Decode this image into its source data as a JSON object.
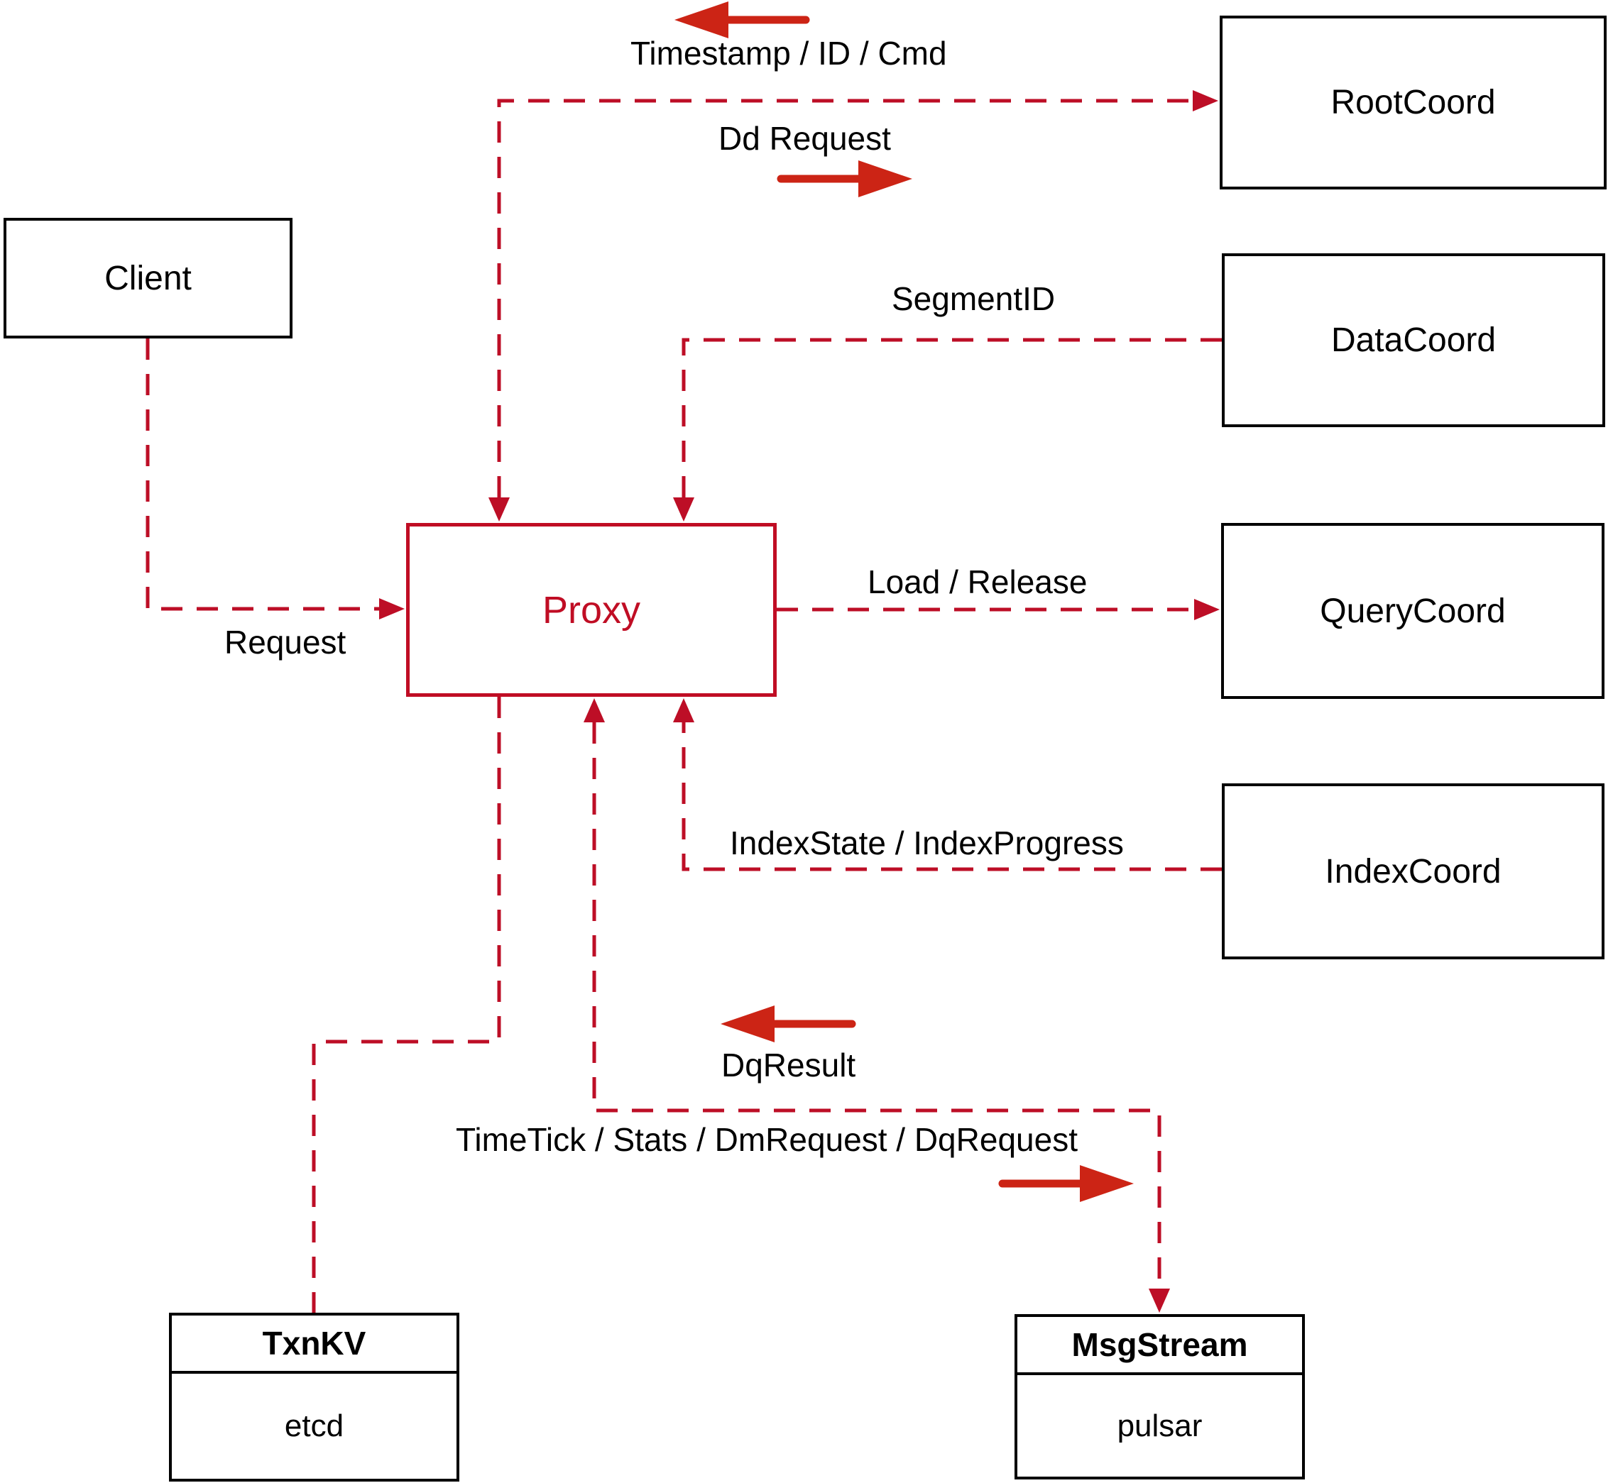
{
  "colors": {
    "background": "#ffffff",
    "box_border": "#000000",
    "text": "#000000",
    "dashed_line": "#bd0e26",
    "solid_arrow": "#cc2415",
    "proxy_accent": "#c00d24"
  },
  "nodes": {
    "client": {
      "label": "Client"
    },
    "proxy": {
      "label": "Proxy"
    },
    "root_coord": {
      "label": "RootCoord"
    },
    "data_coord": {
      "label": "DataCoord"
    },
    "query_coord": {
      "label": "QueryCoord"
    },
    "index_coord": {
      "label": "IndexCoord"
    },
    "txn_kv": {
      "title": "TxnKV",
      "subtitle": "etcd"
    },
    "msg_stream": {
      "title": "MsgStream",
      "subtitle": "pulsar"
    }
  },
  "edges": {
    "timestamp_id_cmd": "Timestamp / ID / Cmd",
    "dd_request": "Dd Request",
    "segment_id": "SegmentID",
    "load_release": "Load / Release",
    "request": "Request",
    "index_state_progress": "IndexState / IndexProgress",
    "dq_result": "DqResult",
    "timetick_stats": "TimeTick / Stats / DmRequest / DqRequest"
  }
}
